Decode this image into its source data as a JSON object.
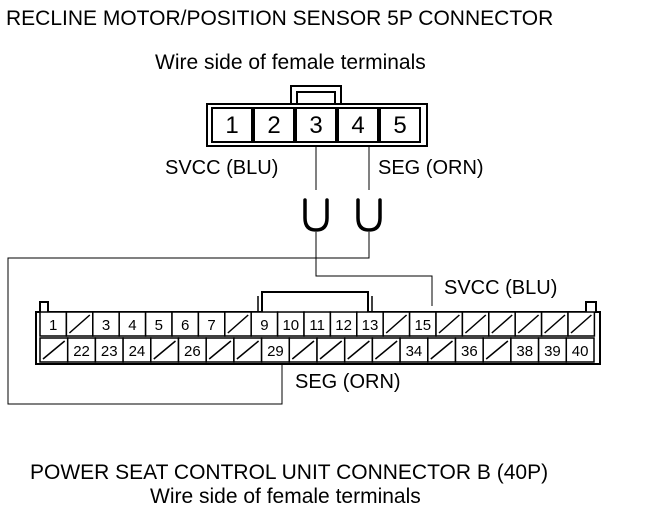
{
  "top_connector": {
    "title": "RECLINE MOTOR/POSITION SENSOR 5P CONNECTOR",
    "subtitle": "Wire side of female terminals",
    "terminals": [
      "1",
      "2",
      "3",
      "4",
      "5"
    ]
  },
  "bottom_connector": {
    "title": "POWER SEAT CONTROL UNIT CONNECTOR B (40P)",
    "subtitle": "Wire side of female terminals",
    "row1": [
      "1",
      "/",
      "3",
      "4",
      "5",
      "6",
      "7",
      "/",
      "9",
      "10",
      "11",
      "12",
      "13",
      "/",
      "15",
      "/",
      "/",
      "/",
      "/",
      "/",
      "/"
    ],
    "row2": [
      "/",
      "22",
      "23",
      "24",
      "/",
      "26",
      "/",
      "/",
      "29",
      "/",
      "/",
      "/",
      "/",
      "34",
      "/",
      "36",
      "/",
      "38",
      "39",
      "40"
    ]
  },
  "wires": {
    "svcc_top": "SVCC (BLU)",
    "seg_top": "SEG (ORN)",
    "svcc_bottom": "SVCC (BLU)",
    "seg_bottom": "SEG (ORN)"
  }
}
